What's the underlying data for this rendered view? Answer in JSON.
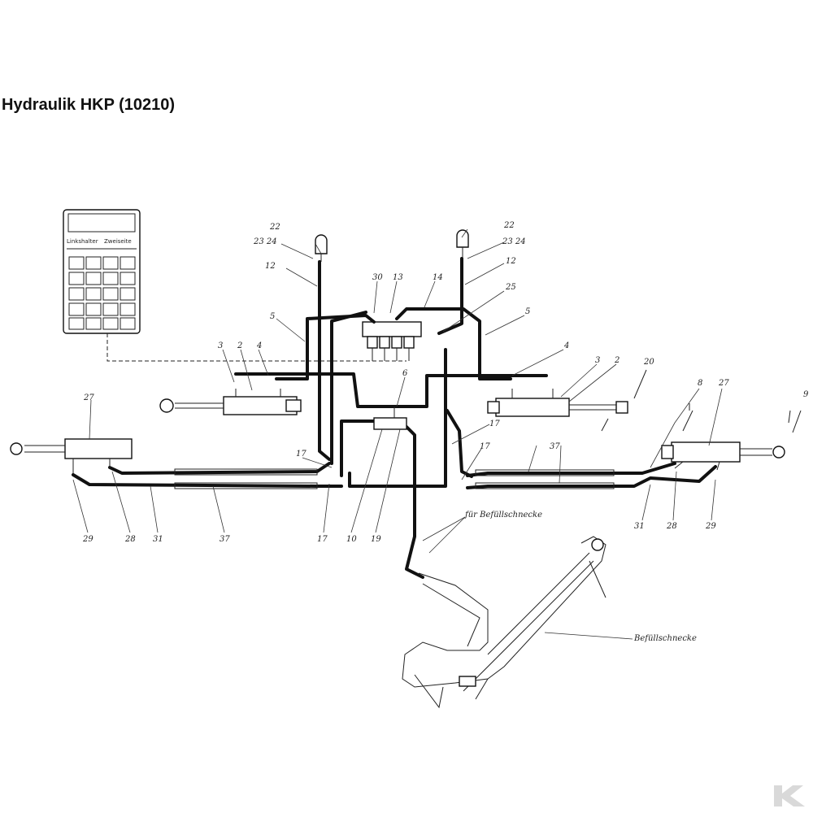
{
  "title": "Hydraulik HKP (10210)",
  "controller": {
    "line1": "Linkshalter",
    "line2": "Zweiseite"
  },
  "labels": {
    "n2": "2",
    "n3": "3",
    "n4": "4",
    "n5": "5",
    "n6": "6",
    "n8": "8",
    "n9": "9",
    "n10": "10",
    "n12": "12",
    "n13": "13",
    "n14": "14",
    "n17": "17",
    "n19": "19",
    "n20": "20",
    "n22": "22",
    "n2324": "23 24",
    "n25": "25",
    "n27": "27",
    "n28": "28",
    "n29": "29",
    "n30": "30",
    "n31": "31",
    "n37": "37"
  },
  "callouts": {
    "fuer_befuellschnecke": "für Befüllschnecke",
    "befuellschnecke": "Befüllschnecke"
  },
  "colors": {
    "ink": "#111111",
    "paper": "#ffffff"
  }
}
